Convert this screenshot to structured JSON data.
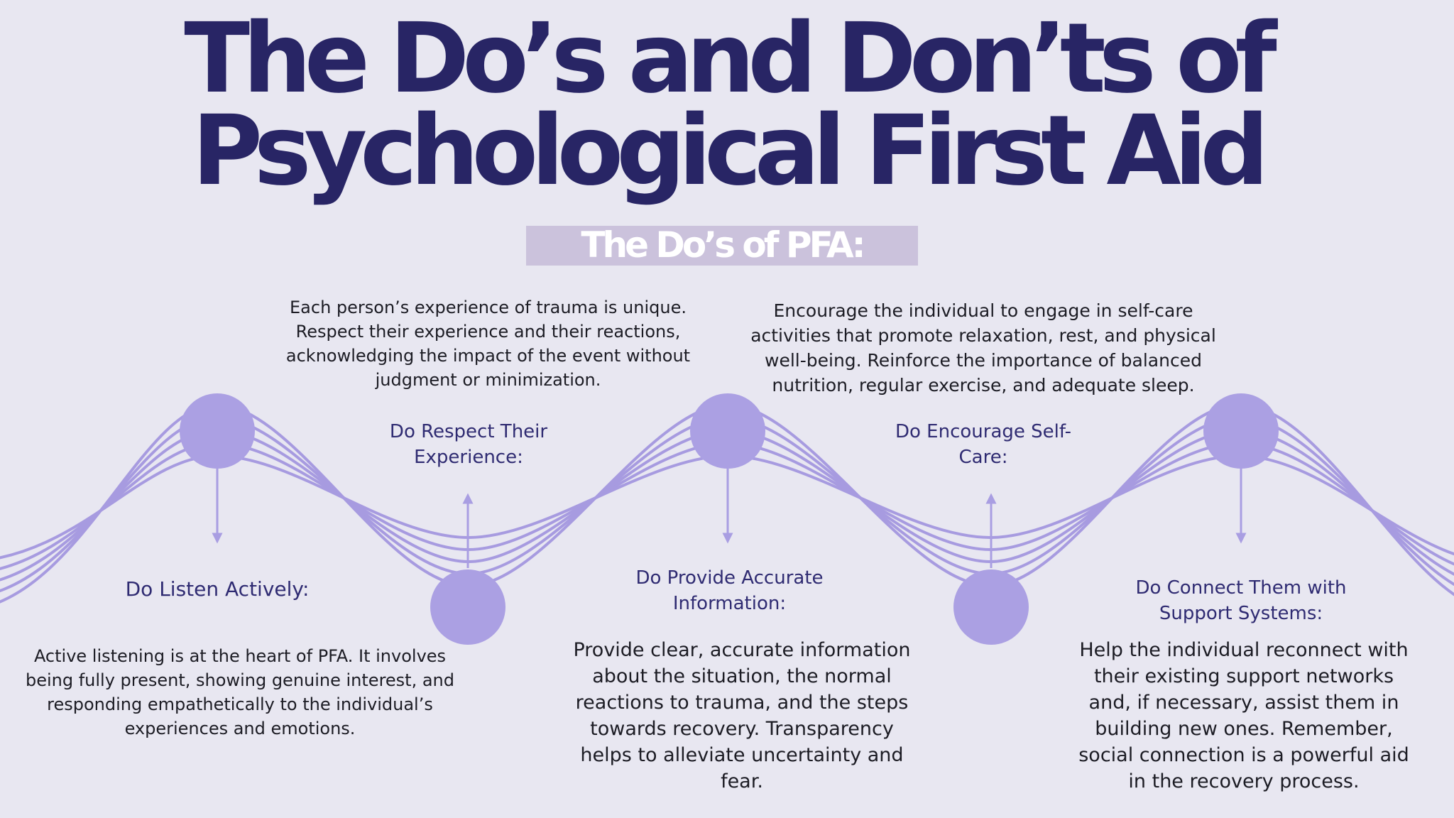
{
  "title": {
    "line1": "The Do’s and Don’ts of",
    "line2": "Psychological First Aid"
  },
  "subtitle": "The Do’s of PFA:",
  "colors": {
    "background": "#e8e7f1",
    "title": "#282565",
    "accent_purple": "#aba0e3",
    "wave_lines": "#a79be0",
    "subtitle_bar": "#cbc2dc"
  },
  "steps": [
    {
      "heading": "Do Listen Actively:",
      "body": "Active listening is at the heart of PFA. It involves being fully present, showing genuine interest, and responding empathetically to the individual’s experiences and emotions."
    },
    {
      "heading": "Do Respect Their Experience:",
      "body": "Each person’s experience of trauma is unique. Respect their experience and their reactions, acknowledging the impact of the event without judgment or minimization."
    },
    {
      "heading": "Do Provide Accurate Information:",
      "body": "Provide clear, accurate information about the situation, the normal reactions to trauma, and the steps towards recovery. Transparency helps to alleviate uncertainty and fear."
    },
    {
      "heading": "Do Encourage Self-Care:",
      "body": "Encourage the individual to engage in self-care activities that promote relaxation, rest, and physical well-being. Reinforce the importance of balanced nutrition, regular exercise, and adequate sleep."
    },
    {
      "heading": "Do Connect Them with Support Systems:",
      "body": "Help the individual reconnect with their existing support networks and, if necessary, assist them in building new ones. Remember, social connection is a powerful aid in the recovery process."
    }
  ]
}
